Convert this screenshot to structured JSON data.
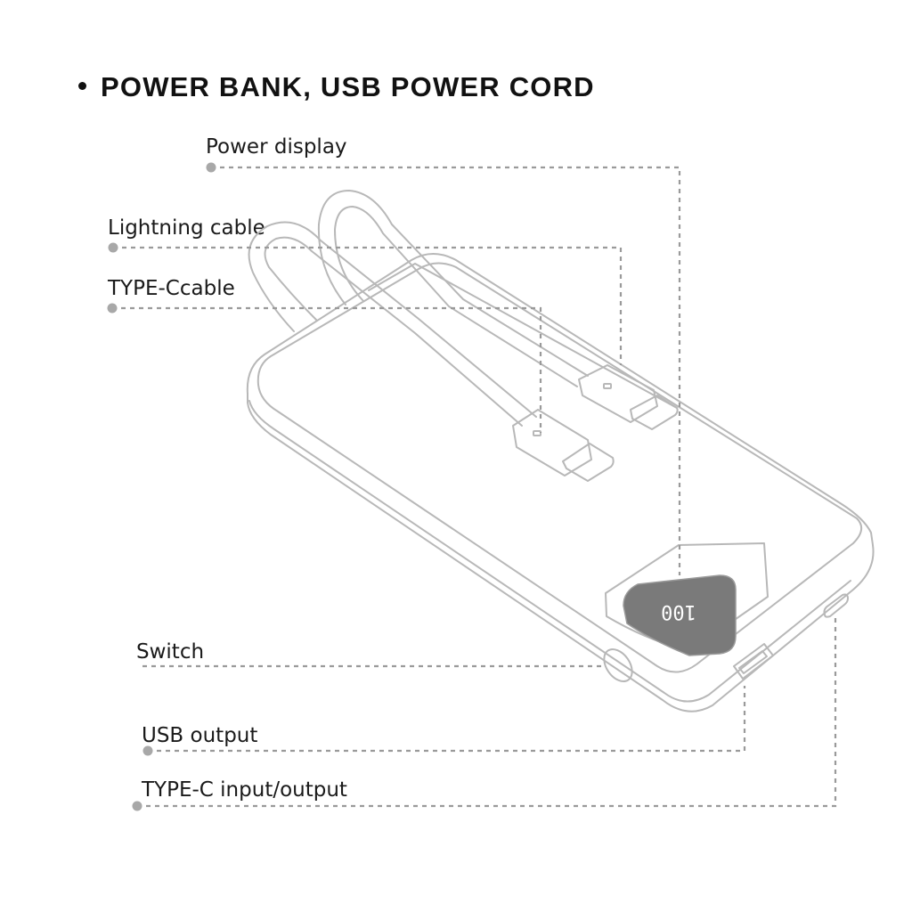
{
  "heading": "POWER BANK, USB POWER CORD",
  "labels": {
    "power_display": "Power display",
    "lightning_cable": "Lightning cable",
    "typec_cable": "TYPE-Ccable",
    "switch": "Switch",
    "usb_output": "USB output",
    "typec_io": "TYPE-C input/output"
  },
  "display_reading": "100",
  "colors": {
    "outline": "#b8b8b8",
    "leader": "#9a9a9a",
    "dot": "#a8a8a8",
    "display_screen": "#7a7a7a",
    "display_text": "#ffffff",
    "heading": "#111111"
  }
}
